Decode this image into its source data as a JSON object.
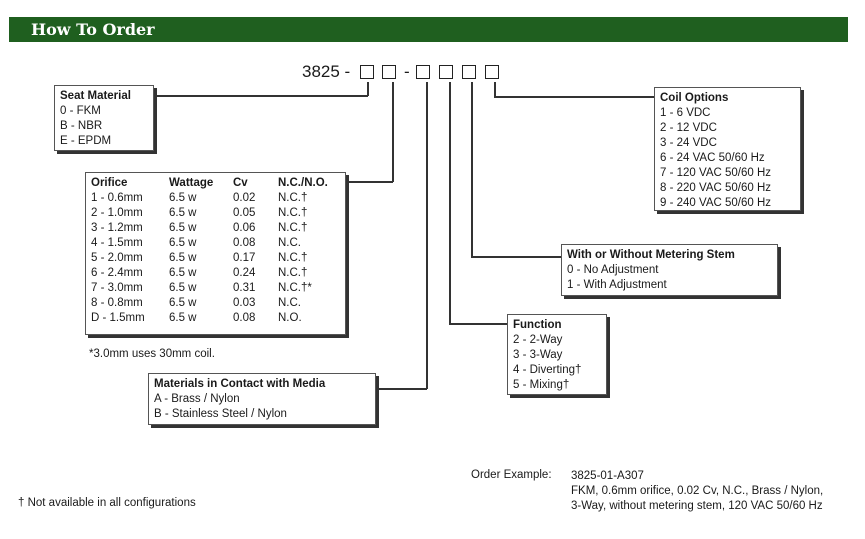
{
  "header": {
    "title": "How To Order"
  },
  "part_code": {
    "prefix": "3825 -",
    "dash": "-"
  },
  "seat_material": {
    "title": "Seat Material",
    "items": [
      "0 -  FKM",
      "B -  NBR",
      "E -  EPDM"
    ]
  },
  "orifice": {
    "headers": [
      "Orifice",
      "Wattage",
      "Cv",
      "N.C./N.O."
    ],
    "rows": [
      [
        "1 - 0.6mm",
        "6.5 w",
        "0.02",
        "N.C.†"
      ],
      [
        "2 - 1.0mm",
        "6.5 w",
        "0.05",
        "N.C.†"
      ],
      [
        "3 - 1.2mm",
        "6.5 w",
        "0.06",
        "N.C.†"
      ],
      [
        "4 - 1.5mm",
        "6.5 w",
        "0.08",
        "N.C."
      ],
      [
        "5 - 2.0mm",
        "6.5 w",
        "0.17",
        "N.C.†"
      ],
      [
        "6 - 2.4mm",
        "6.5 w",
        "0.24",
        "N.C.†"
      ],
      [
        "7 - 3.0mm",
        "6.5 w",
        "0.31",
        "N.C.†*"
      ],
      [
        "8 - 0.8mm",
        "6.5 w",
        "0.03",
        "N.C."
      ],
      [
        "D - 1.5mm",
        "6.5 w",
        "0.08",
        "N.O."
      ]
    ],
    "footnote": "*3.0mm uses 30mm coil."
  },
  "materials": {
    "title": "Materials in Contact with Media",
    "items": [
      "A - Brass / Nylon",
      "B - Stainless Steel / Nylon"
    ]
  },
  "coil": {
    "title": "Coil Options",
    "items": [
      "1 - 6 VDC",
      "2 - 12 VDC",
      "3 - 24 VDC",
      "6 - 24 VAC 50/60 Hz",
      "7 - 120 VAC 50/60 Hz",
      "8 - 220 VAC 50/60 Hz",
      "9 - 240 VAC 50/60 Hz"
    ]
  },
  "metering": {
    "title": "With or Without Metering Stem",
    "items": [
      "0 - No Adjustment",
      "1 - With Adjustment"
    ]
  },
  "function": {
    "title": "Function",
    "items": [
      "2 -  2-Way",
      "3 -  3-Way",
      "4 -  Diverting†",
      "5 -  Mixing†"
    ]
  },
  "order_example": {
    "label": "Order Example:",
    "code": "3825-01-A307",
    "line1": "FKM, 0.6mm orifice, 0.02 Cv, N.C., Brass / Nylon,",
    "line2": "3-Way, without metering stem, 120 VAC 50/60 Hz"
  },
  "footnote": "† Not available in all configurations"
}
